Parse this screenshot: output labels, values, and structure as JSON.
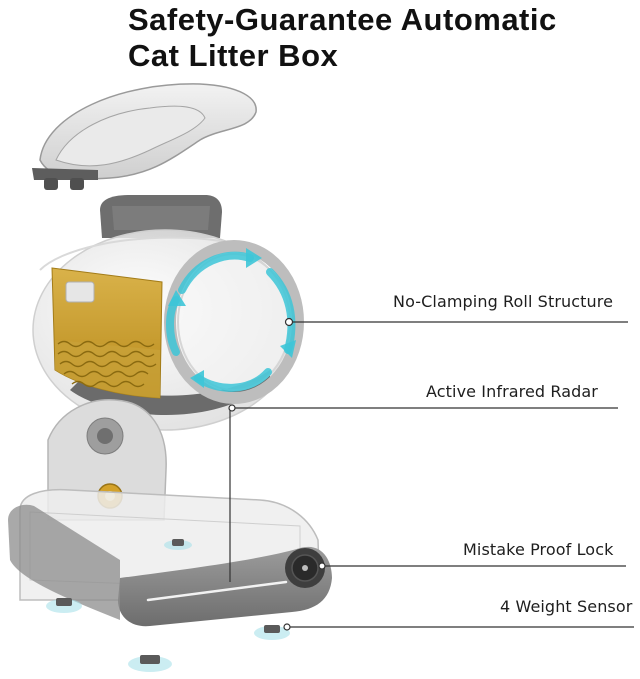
{
  "title": {
    "line1": "Safety-Guarantee Automatic",
    "line2": "Cat Litter Box"
  },
  "callouts": [
    {
      "label": "No-Clamping Roll Structure"
    },
    {
      "label": "Active Infrared Radar"
    },
    {
      "label": "Mistake Proof Lock"
    },
    {
      "label": "4 Weight Sensor"
    }
  ],
  "colors": {
    "product_gray": "#8a8a8a",
    "accent_yellow": "#d4a22a",
    "rotation_arrow": "#3ec6d8",
    "line": "#333333"
  },
  "icons": [
    "rotation-arrows-icon",
    "sensor-foot-icon",
    "lock-dial-icon"
  ]
}
